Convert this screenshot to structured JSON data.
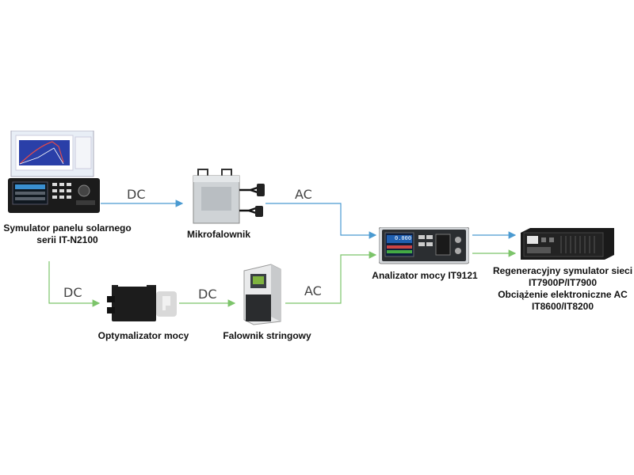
{
  "colors": {
    "dc_line": "#4a9ad1",
    "ac_line": "#7cc46a",
    "text": "#111111"
  },
  "nodes": {
    "solar_sim": {
      "line1": "Symulator panelu solarnego",
      "line2": "serii IT-N2100"
    },
    "micro_inverter": {
      "label": "Mikrofalownik"
    },
    "optimizer": {
      "label": "Optymalizator mocy"
    },
    "string_inverter": {
      "label": "Falownik stringowy"
    },
    "power_analyzer": {
      "label": "Analizator mocy IT9121",
      "display": "0.000"
    },
    "grid_sim": {
      "line1": "Regeneracyjny symulator sieci",
      "line2": "IT7900P/IT7900",
      "line3": "Obciążenie elektroniczne AC",
      "line4": "IT8600/IT8200"
    }
  },
  "flow_labels": {
    "dc_top": "DC",
    "ac_top": "AC",
    "dc_left": "DC",
    "dc_mid": "DC",
    "ac_bottom": "AC"
  }
}
